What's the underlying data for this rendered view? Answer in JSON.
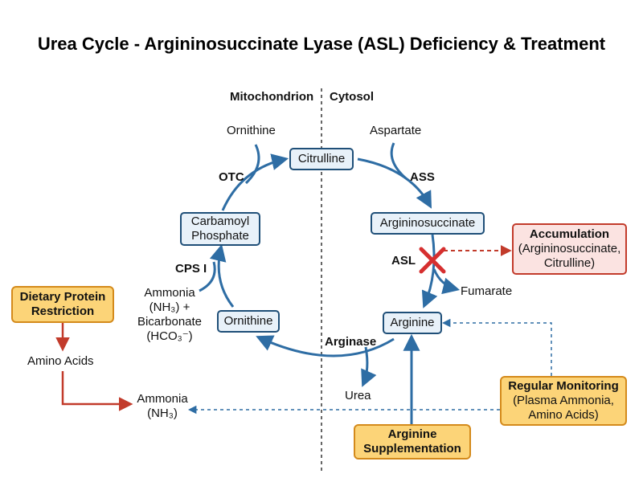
{
  "title": "Urea Cycle - Argininosuccinate Lyase (ASL) Deficiency & Treatment",
  "compartments": {
    "left": "Mitochondrion",
    "right": "Cytosol"
  },
  "nodes": {
    "citrulline": "Citrulline",
    "carbamoyl_line1": "Carbamoyl",
    "carbamoyl_line2": "Phosphate",
    "ornithine": "Ornithine",
    "argininosuccinate": "Argininosuccinate",
    "arginine": "Arginine"
  },
  "enzymes": {
    "otc": "OTC",
    "cps1": "CPS I",
    "ass": "ASS",
    "asl": "ASL",
    "arginase": "Arginase"
  },
  "substrates": {
    "ornithine_in": "Ornithine",
    "aspartate": "Aspartate",
    "fumarate": "Fumarate",
    "urea": "Urea",
    "ammonia_bicarb": [
      "Ammonia",
      "(NH₃) +",
      "Bicarbonate",
      "(HCO₃⁻)"
    ],
    "amino_acids": "Amino Acids",
    "ammonia_bottom": [
      "Ammonia",
      "(NH₃)"
    ]
  },
  "boxes": {
    "accumulation": [
      "Accumulation",
      "(Argininosuccinate,",
      "Citrulline)"
    ],
    "dietary": [
      "Dietary Protein",
      "Restriction"
    ],
    "monitoring": [
      "Regular Monitoring",
      "(Plasma Ammonia,",
      "Amino Acids)"
    ],
    "supplementation": [
      "Arginine",
      "Supplementation"
    ]
  },
  "colors": {
    "pathway": "#2e6da4",
    "treatment": "#c23b2b",
    "node_fill": "#e8f1f9",
    "node_border": "#1f4f78",
    "treatment_fill": "#fcd478",
    "treatment_border": "#d48a1b",
    "block_mark": "#d62f2f"
  },
  "icons": {
    "block": "cross-mark-icon"
  }
}
